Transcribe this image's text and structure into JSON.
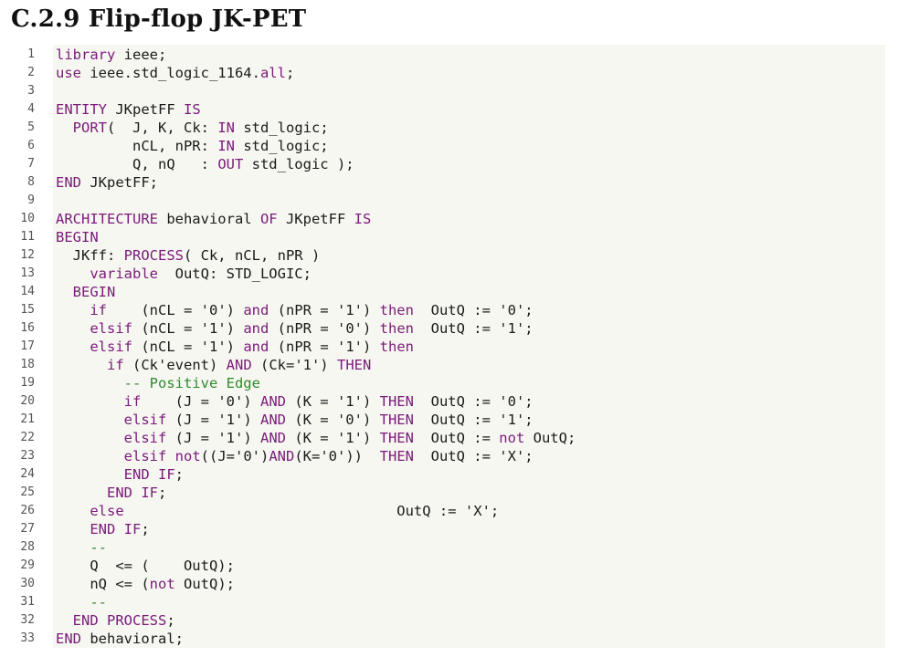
{
  "heading": {
    "number": "C.2.9",
    "title": "Flip-flop JK-PET"
  },
  "code": {
    "lines": [
      {
        "n": "1",
        "tokens": [
          [
            "kw",
            "library"
          ],
          [
            "txt",
            " ieee;"
          ]
        ]
      },
      {
        "n": "2",
        "tokens": [
          [
            "kw",
            "use"
          ],
          [
            "txt",
            " ieee.std_logic_1164."
          ],
          [
            "kw",
            "all"
          ],
          [
            "txt",
            ";"
          ]
        ]
      },
      {
        "n": "3",
        "tokens": []
      },
      {
        "n": "4",
        "tokens": [
          [
            "kw",
            "ENTITY"
          ],
          [
            "txt",
            " JKpetFF "
          ],
          [
            "kw",
            "IS"
          ]
        ]
      },
      {
        "n": "5",
        "tokens": [
          [
            "txt",
            "  "
          ],
          [
            "kw",
            "PORT"
          ],
          [
            "txt",
            "(  J, K, Ck: "
          ],
          [
            "kw",
            "IN"
          ],
          [
            "txt",
            " std_logic;"
          ]
        ]
      },
      {
        "n": "6",
        "tokens": [
          [
            "txt",
            "         nCL, nPR: "
          ],
          [
            "kw",
            "IN"
          ],
          [
            "txt",
            " std_logic;"
          ]
        ]
      },
      {
        "n": "7",
        "tokens": [
          [
            "txt",
            "         Q, nQ   : "
          ],
          [
            "kw",
            "OUT"
          ],
          [
            "txt",
            " std_logic );"
          ]
        ]
      },
      {
        "n": "8",
        "tokens": [
          [
            "kw",
            "END"
          ],
          [
            "txt",
            " JKpetFF;"
          ]
        ]
      },
      {
        "n": "9",
        "tokens": []
      },
      {
        "n": "10",
        "tokens": [
          [
            "kw",
            "ARCHITECTURE"
          ],
          [
            "txt",
            " behavioral "
          ],
          [
            "kw",
            "OF"
          ],
          [
            "txt",
            " JKpetFF "
          ],
          [
            "kw",
            "IS"
          ]
        ]
      },
      {
        "n": "11",
        "tokens": [
          [
            "kw",
            "BEGIN"
          ]
        ]
      },
      {
        "n": "12",
        "tokens": [
          [
            "txt",
            "  JKff: "
          ],
          [
            "kw",
            "PROCESS"
          ],
          [
            "txt",
            "( Ck, nCL, nPR )"
          ]
        ]
      },
      {
        "n": "13",
        "tokens": [
          [
            "txt",
            "    "
          ],
          [
            "kw",
            "variable"
          ],
          [
            "txt",
            "  OutQ: STD_LOGIC;"
          ]
        ]
      },
      {
        "n": "14",
        "tokens": [
          [
            "txt",
            "  "
          ],
          [
            "kw",
            "BEGIN"
          ]
        ]
      },
      {
        "n": "15",
        "tokens": [
          [
            "txt",
            "    "
          ],
          [
            "kw",
            "if"
          ],
          [
            "txt",
            "    (nCL = '0') "
          ],
          [
            "kw",
            "and"
          ],
          [
            "txt",
            " (nPR = '1') "
          ],
          [
            "kw",
            "then"
          ],
          [
            "txt",
            "  OutQ := '0';"
          ]
        ]
      },
      {
        "n": "16",
        "tokens": [
          [
            "txt",
            "    "
          ],
          [
            "kw",
            "elsif"
          ],
          [
            "txt",
            " (nCL = '1') "
          ],
          [
            "kw",
            "and"
          ],
          [
            "txt",
            " (nPR = '0') "
          ],
          [
            "kw",
            "then"
          ],
          [
            "txt",
            "  OutQ := '1';"
          ]
        ]
      },
      {
        "n": "17",
        "tokens": [
          [
            "txt",
            "    "
          ],
          [
            "kw",
            "elsif"
          ],
          [
            "txt",
            " (nCL = '1') "
          ],
          [
            "kw",
            "and"
          ],
          [
            "txt",
            " (nPR = '1') "
          ],
          [
            "kw",
            "then"
          ]
        ]
      },
      {
        "n": "18",
        "tokens": [
          [
            "txt",
            "      "
          ],
          [
            "kw",
            "if"
          ],
          [
            "txt",
            " (Ck'event) "
          ],
          [
            "kw",
            "AND"
          ],
          [
            "txt",
            " (Ck='1') "
          ],
          [
            "kw",
            "THEN"
          ]
        ]
      },
      {
        "n": "19",
        "tokens": [
          [
            "txt",
            "        "
          ],
          [
            "com",
            "-- Positive Edge"
          ]
        ]
      },
      {
        "n": "20",
        "tokens": [
          [
            "txt",
            "        "
          ],
          [
            "kw",
            "if"
          ],
          [
            "txt",
            "    (J = '0') "
          ],
          [
            "kw",
            "AND"
          ],
          [
            "txt",
            " (K = '1') "
          ],
          [
            "kw",
            "THEN"
          ],
          [
            "txt",
            "  OutQ := '0';"
          ]
        ]
      },
      {
        "n": "21",
        "tokens": [
          [
            "txt",
            "        "
          ],
          [
            "kw",
            "elsif"
          ],
          [
            "txt",
            " (J = '1') "
          ],
          [
            "kw",
            "AND"
          ],
          [
            "txt",
            " (K = '0') "
          ],
          [
            "kw",
            "THEN"
          ],
          [
            "txt",
            "  OutQ := '1';"
          ]
        ]
      },
      {
        "n": "22",
        "tokens": [
          [
            "txt",
            "        "
          ],
          [
            "kw",
            "elsif"
          ],
          [
            "txt",
            " (J = '1') "
          ],
          [
            "kw",
            "AND"
          ],
          [
            "txt",
            " (K = '1') "
          ],
          [
            "kw",
            "THEN"
          ],
          [
            "txt",
            "  OutQ := "
          ],
          [
            "kw",
            "not"
          ],
          [
            "txt",
            " OutQ;"
          ]
        ]
      },
      {
        "n": "23",
        "tokens": [
          [
            "txt",
            "        "
          ],
          [
            "kw",
            "elsif"
          ],
          [
            "txt",
            " "
          ],
          [
            "kw",
            "not"
          ],
          [
            "txt",
            "((J='0')"
          ],
          [
            "kw",
            "AND"
          ],
          [
            "txt",
            "(K='0'))  "
          ],
          [
            "kw",
            "THEN"
          ],
          [
            "txt",
            "  OutQ := 'X';"
          ]
        ]
      },
      {
        "n": "24",
        "tokens": [
          [
            "txt",
            "        "
          ],
          [
            "kw",
            "END IF"
          ],
          [
            "txt",
            ";"
          ]
        ]
      },
      {
        "n": "25",
        "tokens": [
          [
            "txt",
            "      "
          ],
          [
            "kw",
            "END IF"
          ],
          [
            "txt",
            ";"
          ]
        ]
      },
      {
        "n": "26",
        "tokens": [
          [
            "txt",
            "    "
          ],
          [
            "kw",
            "else"
          ],
          [
            "txt",
            "                                OutQ := 'X';"
          ]
        ]
      },
      {
        "n": "27",
        "tokens": [
          [
            "txt",
            "    "
          ],
          [
            "kw",
            "END IF"
          ],
          [
            "txt",
            ";"
          ]
        ]
      },
      {
        "n": "28",
        "tokens": [
          [
            "txt",
            "    "
          ],
          [
            "com",
            "--"
          ]
        ]
      },
      {
        "n": "29",
        "tokens": [
          [
            "txt",
            "    Q  <= (    OutQ);"
          ]
        ]
      },
      {
        "n": "30",
        "tokens": [
          [
            "txt",
            "    nQ <= ("
          ],
          [
            "kw",
            "not"
          ],
          [
            "txt",
            " OutQ);"
          ]
        ]
      },
      {
        "n": "31",
        "tokens": [
          [
            "txt",
            "    "
          ],
          [
            "com",
            "--"
          ]
        ]
      },
      {
        "n": "32",
        "tokens": [
          [
            "txt",
            "  "
          ],
          [
            "kw",
            "END PROCESS"
          ],
          [
            "txt",
            ";"
          ]
        ]
      },
      {
        "n": "33",
        "tokens": [
          [
            "kw",
            "END"
          ],
          [
            "txt",
            " behavioral;"
          ]
        ]
      }
    ]
  }
}
